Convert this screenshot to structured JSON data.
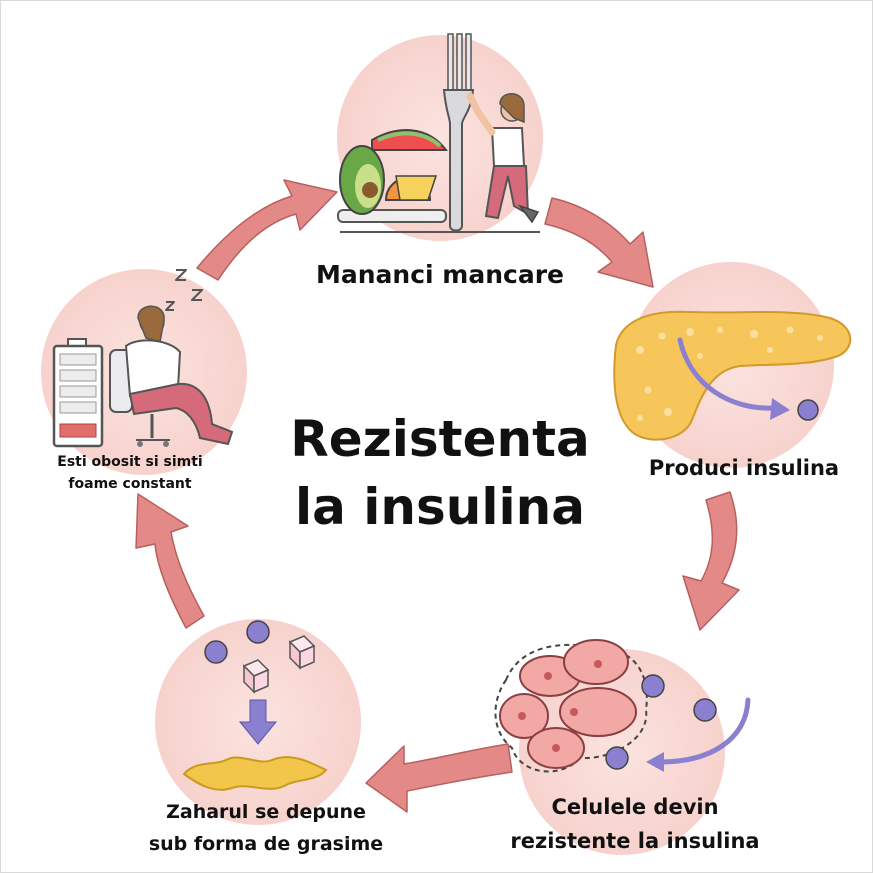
{
  "title_line1": "Rezistenta",
  "title_line2": "la insulina",
  "steps": [
    {
      "label_line1": "Mananci mancare",
      "label_line2": ""
    },
    {
      "label_line1": "Produci insulina",
      "label_line2": ""
    },
    {
      "label_line1": "Celulele devin",
      "label_line2": "rezistente la insulina"
    },
    {
      "label_line1": "Zaharul se depune",
      "label_line2": "sub forma de grasime"
    },
    {
      "label_line1": "Esti obosit si simti",
      "label_line2": "foame constant"
    }
  ],
  "icons": [
    "fork-icon",
    "fruit-plate-icon",
    "person-icon",
    "pancreas-icon",
    "insulin-molecule-icon",
    "cells-icon",
    "sugar-cube-icon",
    "fat-deposit-icon",
    "battery-icon",
    "sleeping-person-icon",
    "zzz-icon",
    "cycle-arrow-icon"
  ],
  "colors": {
    "circle": "#f9d9d5",
    "arrow": "#e08585",
    "arrow_edge": "#b85a5a",
    "molecule": "#8b7fd0",
    "pancreas": "#f6c65a",
    "cell": "#f2a9a5",
    "fat": "#f1c64a"
  }
}
